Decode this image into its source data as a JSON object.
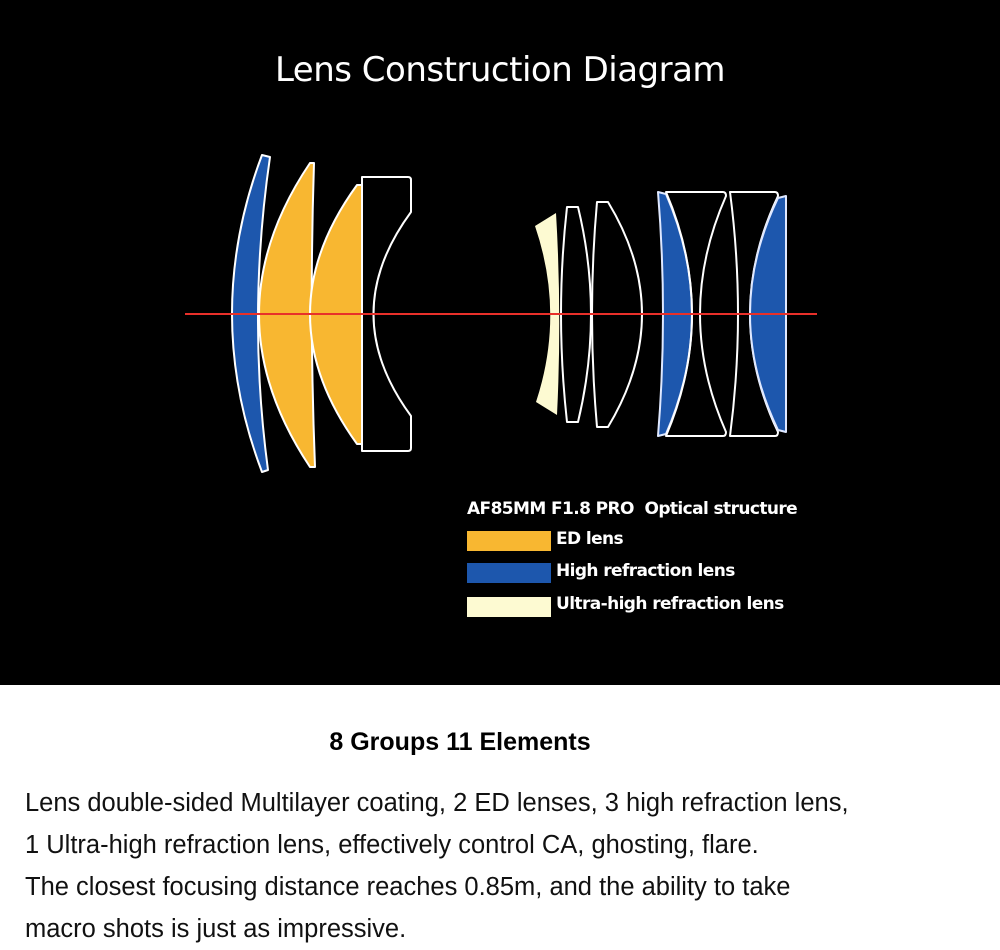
{
  "title": "Lens Construction Diagram",
  "colors": {
    "ed": "#f8b731",
    "high": "#1d57ad",
    "ultra": "#fdfad2",
    "axis": "#e8302a",
    "outline": "#ffffff"
  },
  "legend": {
    "title": "AF85MM F1.8 PRO  Optical structure",
    "items": [
      {
        "label": "ED lens",
        "color": "#f8b731"
      },
      {
        "label": "High refraction lens",
        "color": "#1d57ad"
      },
      {
        "label": "Ultra-high refraction lens",
        "color": "#fdfad2"
      }
    ]
  },
  "summary": "8 Groups 11 Elements",
  "description": [
    "Lens double-sided Multilayer coating, 2 ED lenses, 3 high refraction lens,",
    "1 Ultra-high refraction lens, effectively control CA, ghosting, flare.",
    "The closest focusing distance reaches 0.85m, and the ability to take",
    "macro shots is just as impressive."
  ]
}
